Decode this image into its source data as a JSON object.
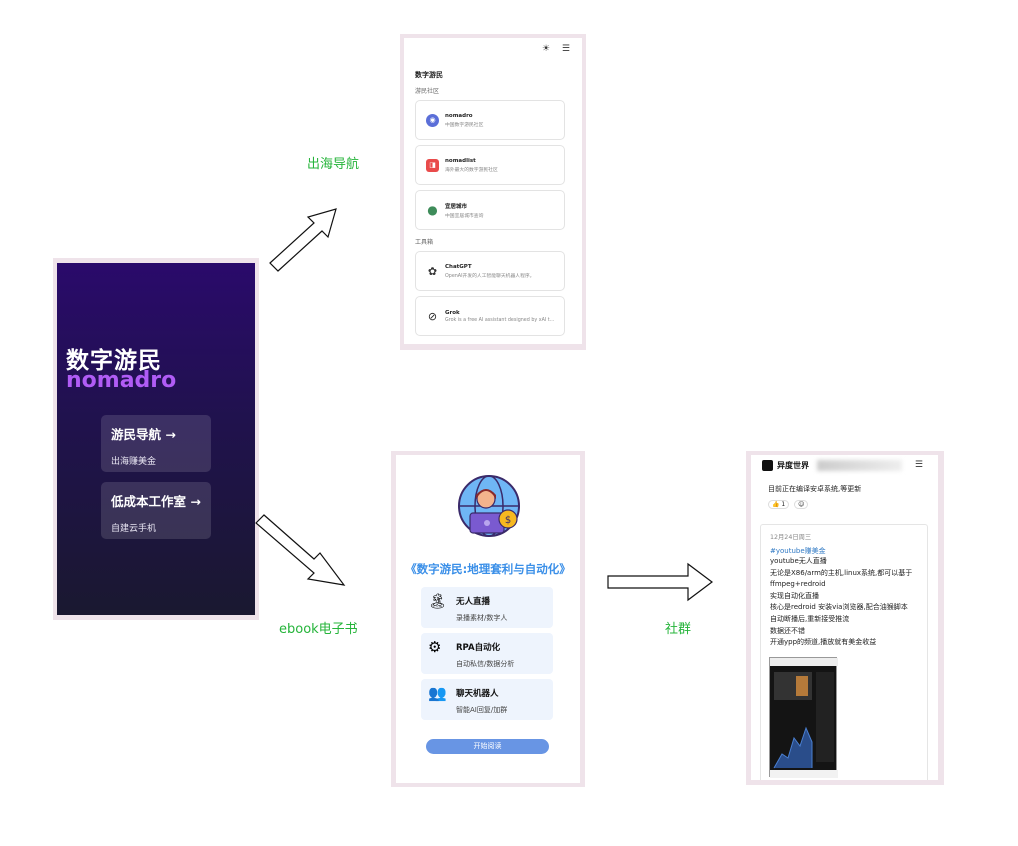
{
  "hero": {
    "title": "数字游民",
    "subtitle": "nomadro",
    "buttons": [
      {
        "title": "游民导航 →",
        "sub": "出海赚美金"
      },
      {
        "title": "低成本工作室 →",
        "sub": "自建云手机"
      }
    ]
  },
  "labels": {
    "nav": "出海导航",
    "ebook": "ebook电子书",
    "community": "社群"
  },
  "nav_panel": {
    "title": "数字游民",
    "section1": "游民社区",
    "section2": "工具箱",
    "cards": [
      {
        "name": "nomadro",
        "desc": "中国数字游民社区",
        "icon": "globe-icon",
        "color": "#5b6fd8"
      },
      {
        "name": "nomadlist",
        "desc": "海外最大的数字游民社区",
        "icon": "nomadlist-icon",
        "color": "#e94b4b"
      },
      {
        "name": "宜居城市",
        "desc": "中国宜居城市查询",
        "icon": "location-pin-icon",
        "color": "#3e8c5a"
      },
      {
        "name": "ChatGPT",
        "desc": "OpenAI开发的人工智能聊天机器人程序。",
        "icon": "chatgpt-icon",
        "color": "#333333"
      },
      {
        "name": "Grok",
        "desc": "Grok is a free AI assistant designed by xAI t...",
        "icon": "grok-icon",
        "color": "#222222"
      }
    ]
  },
  "ebook": {
    "title": "《数字游民:地理套利与自动化》",
    "items": [
      {
        "title": "无人直播",
        "sub": "录播素材/数字人",
        "icon": "island-icon"
      },
      {
        "title": "RPA自动化",
        "sub": "自动私信/数据分析",
        "icon": "rpa-icon"
      },
      {
        "title": "聊天机器人",
        "sub": "智能AI回复/加群",
        "icon": "users-icon"
      }
    ],
    "button": "开始阅读"
  },
  "community": {
    "name": "异度世界",
    "top_lines": [
      "目前正在编译安卓系统,等更新"
    ],
    "reactions": "👍 1",
    "post": {
      "date": "12月24日周三",
      "tag": "#youtube赚美金",
      "lines": [
        "youtube无人直播",
        "无论是X86/arm的主机,linux系统,都可以基于",
        "ffmpeg+redroid",
        "实现自动化直播",
        "核心是redroid 安装via浏览器,配合油猴脚本",
        "自动断播后,重新接受推流",
        "数据还不错",
        "开通ypp的频道,播放就有美金收益"
      ]
    }
  }
}
